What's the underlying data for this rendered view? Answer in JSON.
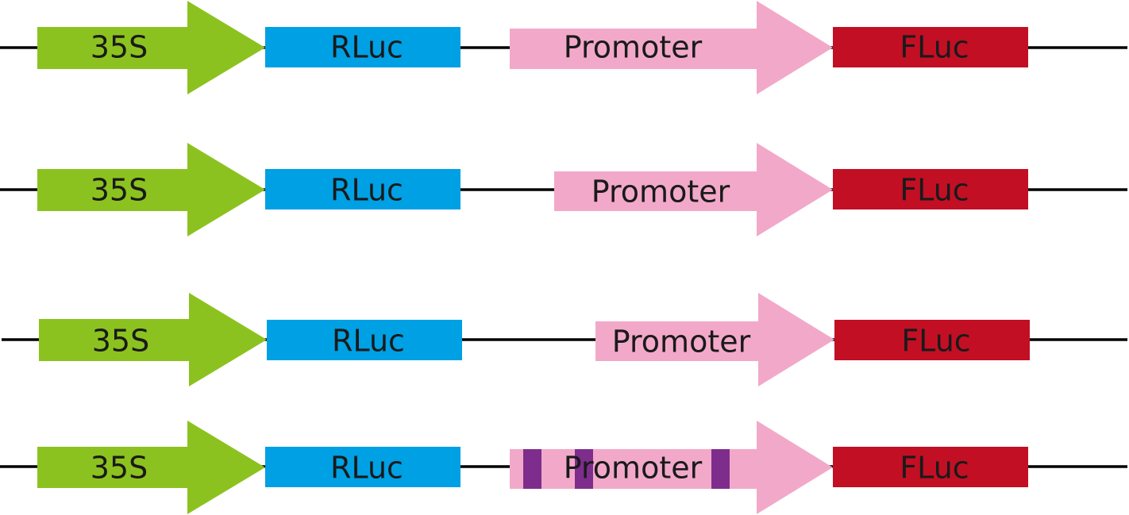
{
  "colors": {
    "backbone": "#000000",
    "promoter_35s": "#8cc21f",
    "rluc": "#00a0e4",
    "promoter": "#f2a9c9",
    "fluc": "#c20f24",
    "motif_mark": "#7e2d8d",
    "label_text": "#1a1a1a"
  },
  "labels": {
    "promoter_35s": "35S",
    "rluc": "RLuc",
    "promoter": "Promoter",
    "fluc": "FLuc"
  },
  "constructs": [
    {
      "id": "construct-1",
      "elements": [
        "35S",
        "RLuc",
        "Promoter",
        "FLuc"
      ]
    },
    {
      "id": "construct-2",
      "elements": [
        "35S",
        "RLuc",
        "Promoter",
        "FLuc"
      ]
    },
    {
      "id": "construct-3",
      "elements": [
        "35S",
        "RLuc",
        "Promoter",
        "FLuc"
      ]
    },
    {
      "id": "construct-4",
      "elements": [
        "35S",
        "RLuc",
        "Promoter",
        "FLuc"
      ],
      "promoter_motif_count": 3
    }
  ]
}
